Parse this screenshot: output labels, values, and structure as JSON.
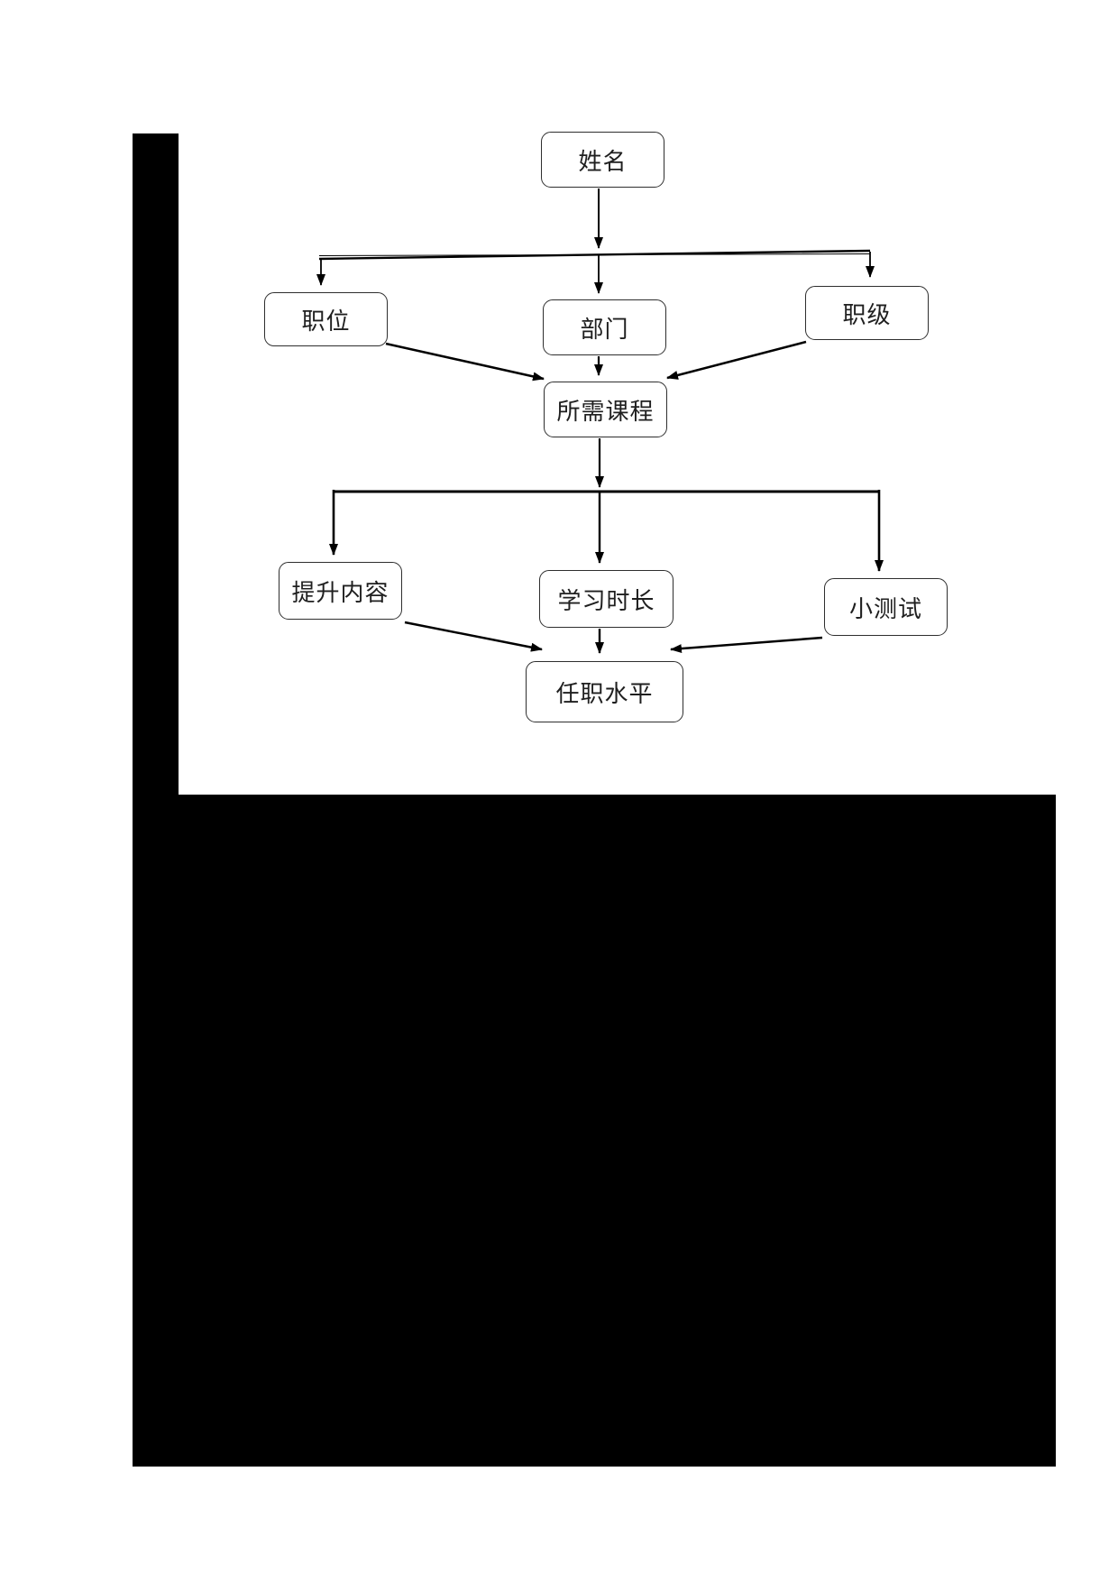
{
  "page": {
    "background_color": "#ffffff",
    "line_color": "#000000",
    "node_border_color": "#2e2e2e",
    "redaction_color": "#000000"
  },
  "flowchart": {
    "nodes": [
      {
        "id": "name",
        "label": "姓名"
      },
      {
        "id": "position",
        "label": "职位"
      },
      {
        "id": "department",
        "label": "部门"
      },
      {
        "id": "rank",
        "label": "职级"
      },
      {
        "id": "required-courses",
        "label": "所需课程"
      },
      {
        "id": "improvement-content",
        "label": "提升内容"
      },
      {
        "id": "study-duration",
        "label": "学习时长"
      },
      {
        "id": "quiz",
        "label": "小测试"
      },
      {
        "id": "job-level",
        "label": "任职水平"
      }
    ],
    "edges": [
      {
        "from": "姓名",
        "to": "职位"
      },
      {
        "from": "姓名",
        "to": "部门"
      },
      {
        "from": "姓名",
        "to": "职级"
      },
      {
        "from": "职位",
        "to": "所需课程"
      },
      {
        "from": "部门",
        "to": "所需课程"
      },
      {
        "from": "职级",
        "to": "所需课程"
      },
      {
        "from": "所需课程",
        "to": "提升内容"
      },
      {
        "from": "所需课程",
        "to": "学习时长"
      },
      {
        "from": "所需课程",
        "to": "小测试"
      },
      {
        "from": "提升内容",
        "to": "任职水平"
      },
      {
        "from": "学习时长",
        "to": "任职水平"
      },
      {
        "from": "小测试",
        "to": "任职水平"
      }
    ]
  }
}
